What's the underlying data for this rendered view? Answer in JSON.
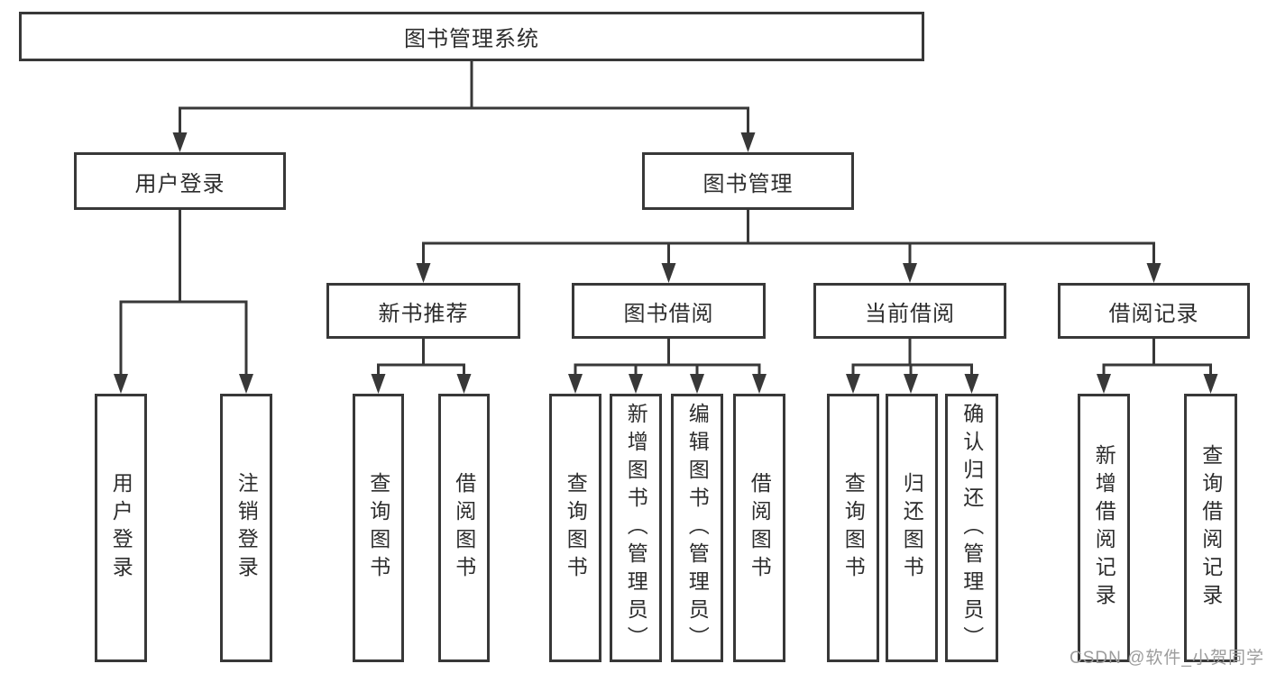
{
  "diagram": {
    "root": {
      "label": "图书管理系统"
    },
    "level2": [
      {
        "label": "用户登录"
      },
      {
        "label": "图书管理"
      }
    ],
    "level3": [
      {
        "label": "新书推荐",
        "parent": "图书管理"
      },
      {
        "label": "图书借阅",
        "parent": "图书管理"
      },
      {
        "label": "当前借阅",
        "parent": "图书管理"
      },
      {
        "label": "借阅记录",
        "parent": "图书管理"
      }
    ],
    "leaves": [
      {
        "label": "用户登录",
        "parent": "用户登录"
      },
      {
        "label": "注销登录",
        "parent": "用户登录"
      },
      {
        "label": "查询图书",
        "parent": "新书推荐"
      },
      {
        "label": "借阅图书",
        "parent": "新书推荐"
      },
      {
        "label": "查询图书",
        "parent": "图书借阅"
      },
      {
        "label": "新增图书（管理员）",
        "parent": "图书借阅"
      },
      {
        "label": "编辑图书（管理员）",
        "parent": "图书借阅"
      },
      {
        "label": "借阅图书",
        "parent": "图书借阅"
      },
      {
        "label": "查询图书",
        "parent": "当前借阅"
      },
      {
        "label": "归还图书",
        "parent": "当前借阅"
      },
      {
        "label": "确认归还（管理员）",
        "parent": "当前借阅"
      },
      {
        "label": "新增借阅记录",
        "parent": "借阅记录"
      },
      {
        "label": "查询借阅记录",
        "parent": "借阅记录"
      }
    ],
    "watermark": "CSDN @软件_小贺同学",
    "colors": {
      "line": "#383838",
      "text": "#2d2d2d",
      "background": "#ffffff",
      "watermark": "#9c9c9c"
    }
  }
}
